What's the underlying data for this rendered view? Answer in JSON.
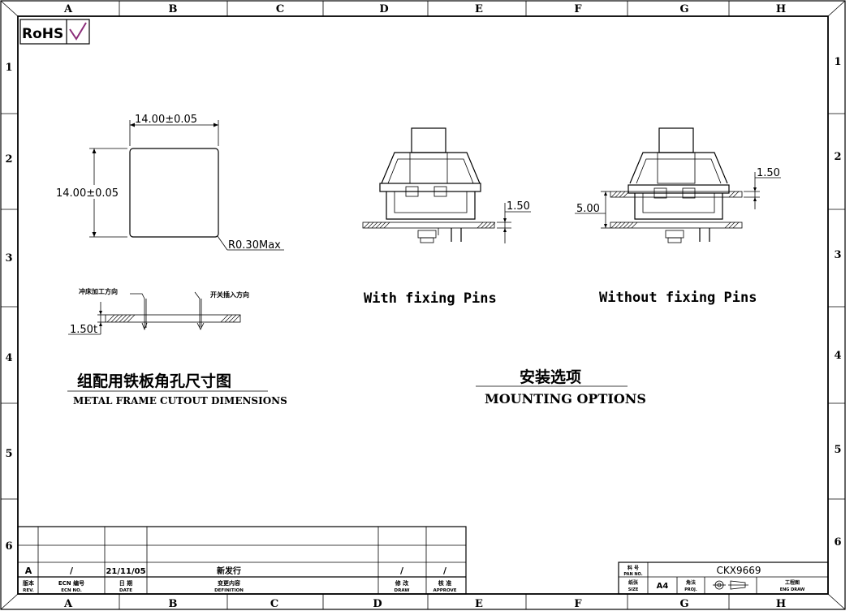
{
  "border": {
    "columns": [
      "A",
      "B",
      "C",
      "D",
      "E",
      "F",
      "G",
      "H"
    ],
    "rows": [
      "1",
      "2",
      "3",
      "4",
      "5",
      "6"
    ]
  },
  "rohs": {
    "label": "RoHS"
  },
  "cutout": {
    "width_dim": "14.00±0.05",
    "height_dim": "14.00±0.05",
    "radius": "R0.30Max",
    "punch_dir": "冲床加工方向",
    "insert_dir": "开关插入方向",
    "thickness": "1.50t",
    "title_cn": "组配用铁板角孔尺寸图",
    "title_en": "METAL FRAME CUTOUT DIMENSIONS"
  },
  "mounting": {
    "with_pins": {
      "caption": "With fixing Pins",
      "dim": "1.50"
    },
    "without_pins": {
      "caption": "Without fixing Pins",
      "dim_top": "1.50",
      "dim_side": "5.00"
    },
    "title_cn": "安装选项",
    "title_en": "MOUNTING OPTIONS"
  },
  "revision": {
    "rev": "A",
    "ecn": "/",
    "date": "21/11/05",
    "description": "新发行",
    "draw": "/",
    "approve": "/",
    "labels": {
      "rev_cn": "版本",
      "rev_en": "REV.",
      "ecn_cn": "ECN 编号",
      "ecn_en": "ECN NO.",
      "date_cn": "日 期",
      "date_en": "DATE",
      "desc_cn": "变更内容",
      "desc_en": "DEFINITION",
      "draw_cn": "修 改",
      "draw_en": "DRAW",
      "approve_cn": "核 准",
      "approve_en": "APPROVE"
    }
  },
  "title_block": {
    "part_no_label_cn": "料 号",
    "part_no_label_en": "PAN NO.",
    "part_no": "CKX9669",
    "size_label_cn": "纸张",
    "size_label_en": "SIZE",
    "size": "A4",
    "proj_label_cn": "角法",
    "proj_label_en": "PROJ.",
    "eng_label_cn": "工程图",
    "eng_label_en": "ENG DRAW"
  }
}
